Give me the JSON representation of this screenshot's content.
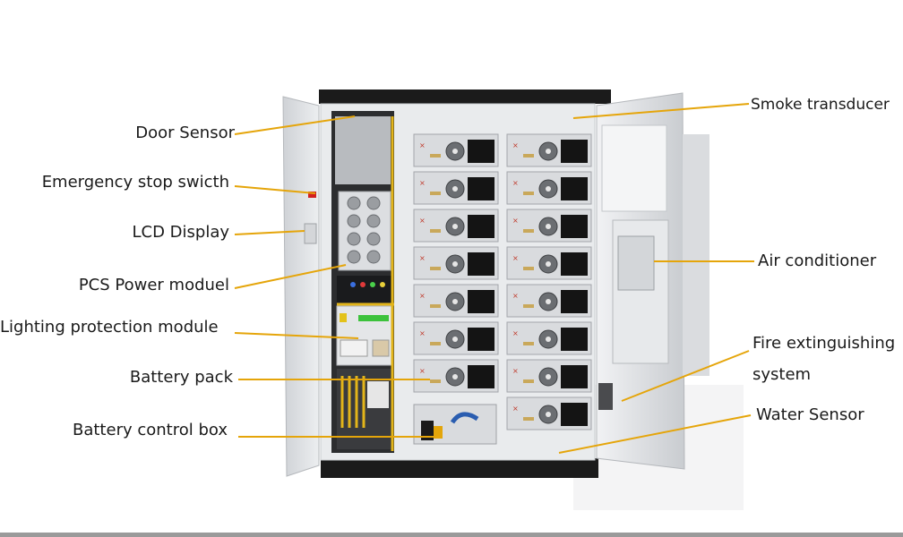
{
  "labels": {
    "door_sensor": "Door Sensor",
    "emergency_stop": "Emergency stop swicth",
    "lcd_display": "LCD Display",
    "pcs_power_module": "PCS Power moduel",
    "lightning_protection": "Lighting protection module",
    "battery_pack": "Battery pack",
    "battery_control_box": "Battery control box",
    "smoke_transducer": "Smoke transducer",
    "air_conditioner": "Air conditioner",
    "fire_extinguishing_1": "Fire extinguishing",
    "fire_extinguishing_2": "system",
    "water_sensor": "Water Sensor"
  },
  "colors": {
    "leader_line": "#e5a50a",
    "cabinet_frame": "#e9ebed",
    "cabinet_shadow": "#c9ccd0",
    "cabinet_base": "#1b1b1b",
    "module_face": "#d9dbde",
    "module_dark": "#141414",
    "fan_grey": "#6b6e72",
    "wiring_yellow": "#e3b51a"
  }
}
